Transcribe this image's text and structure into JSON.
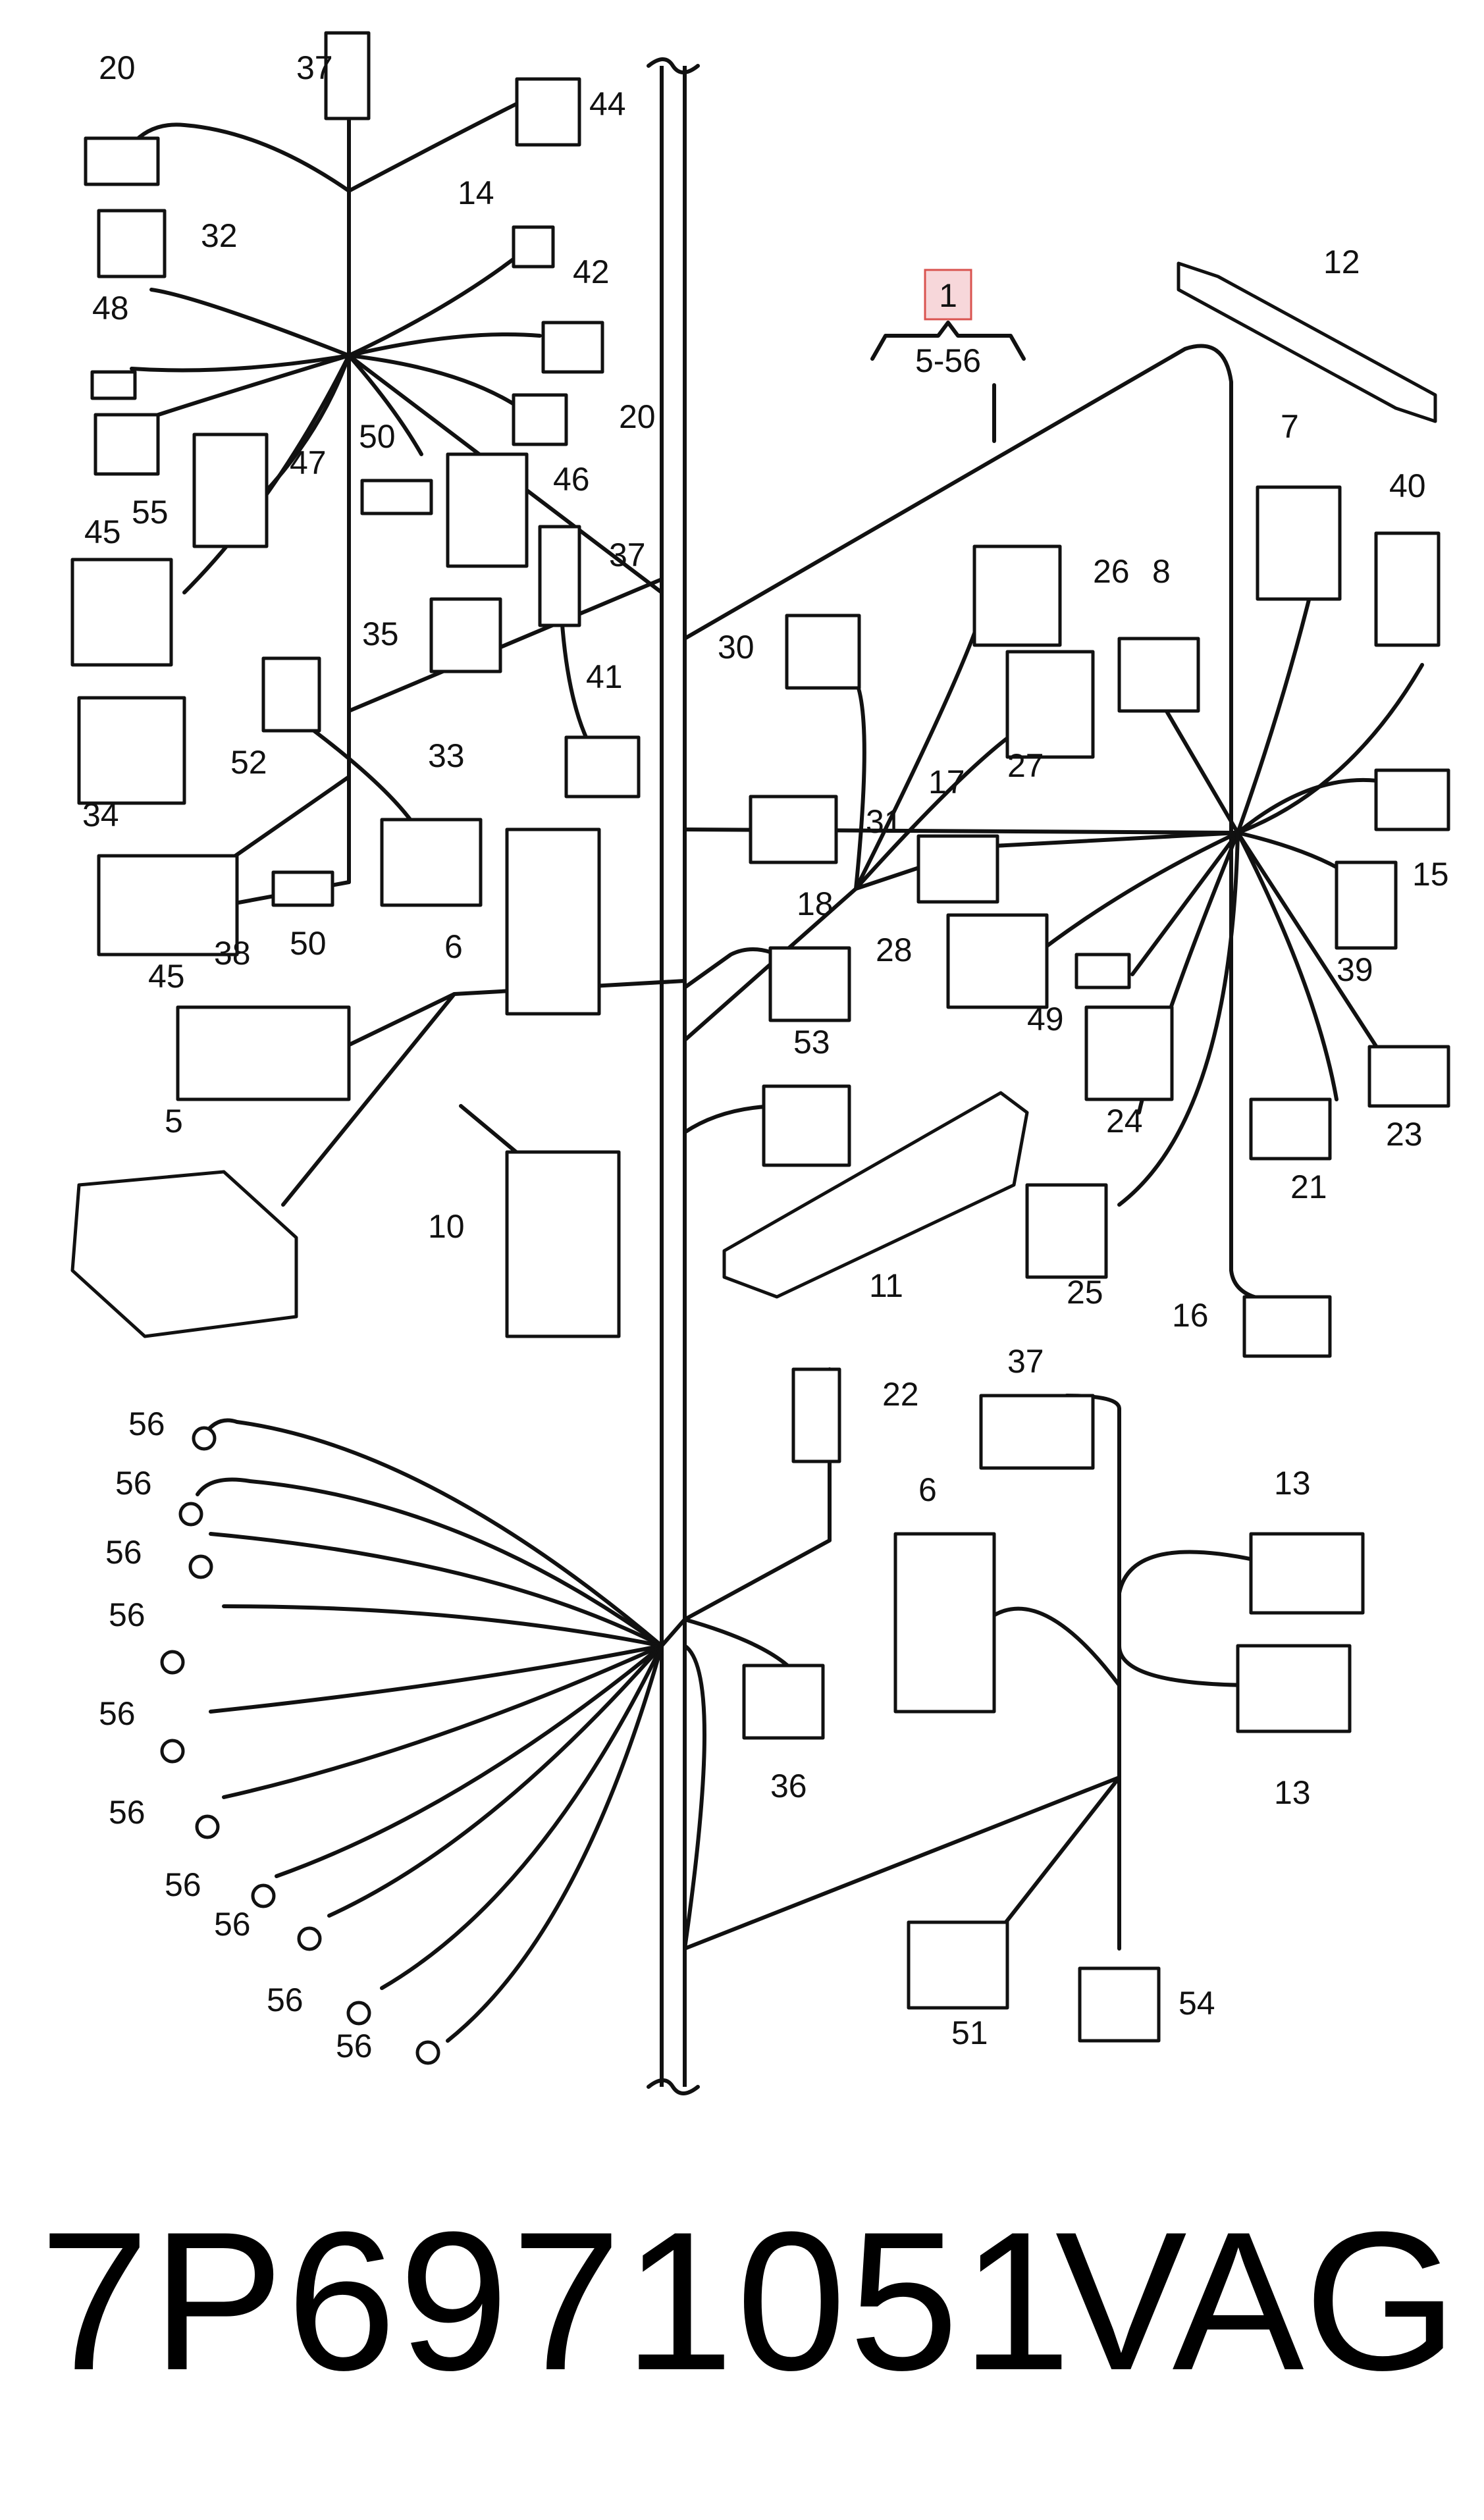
{
  "diagram": {
    "main_callout": "1",
    "range_label": "5-56",
    "callouts": [
      "20",
      "37",
      "44",
      "32",
      "14",
      "48",
      "42",
      "20",
      "50",
      "47",
      "55",
      "46",
      "45",
      "37",
      "35",
      "30",
      "26",
      "8",
      "7",
      "40",
      "12",
      "41",
      "34",
      "52",
      "33",
      "31",
      "17",
      "27",
      "15",
      "6",
      "45",
      "50",
      "38",
      "18",
      "28",
      "49",
      "39",
      "53",
      "24",
      "23",
      "5",
      "10",
      "11",
      "21",
      "25",
      "16",
      "56",
      "56",
      "56",
      "56",
      "56",
      "56",
      "56",
      "56",
      "56",
      "56",
      "22",
      "37",
      "6",
      "13",
      "13",
      "36",
      "51",
      "54"
    ]
  },
  "footer": {
    "part_number": "7P6971051",
    "brand": "VAG"
  }
}
